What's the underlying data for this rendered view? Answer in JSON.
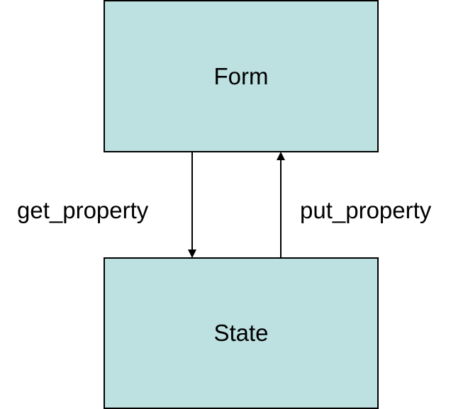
{
  "diagram": {
    "nodes": {
      "form": {
        "label": "Form"
      },
      "state": {
        "label": "State"
      }
    },
    "edges": [
      {
        "from": "Form",
        "to": "State",
        "label": "get_property"
      },
      {
        "from": "State",
        "to": "Form",
        "label": "put_property"
      }
    ]
  },
  "colors": {
    "node_fill": "#bde0e0",
    "node_border": "#000000",
    "edge": "#000000",
    "text": "#000000"
  }
}
